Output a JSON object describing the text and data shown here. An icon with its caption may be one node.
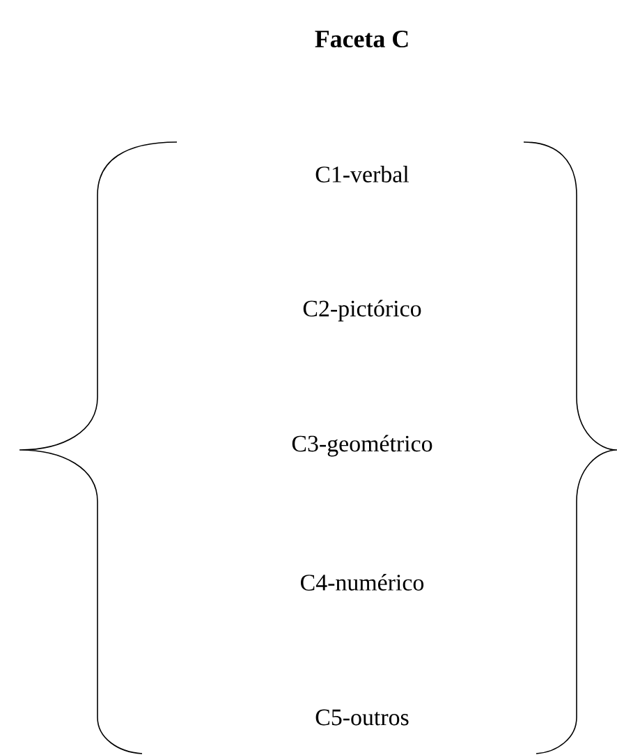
{
  "diagram": {
    "title": "Faceta C",
    "labels": [
      "C1-verbal",
      "C2-pictórico",
      "C3-geométrico",
      "C4-numérico",
      "C5-outros"
    ]
  }
}
